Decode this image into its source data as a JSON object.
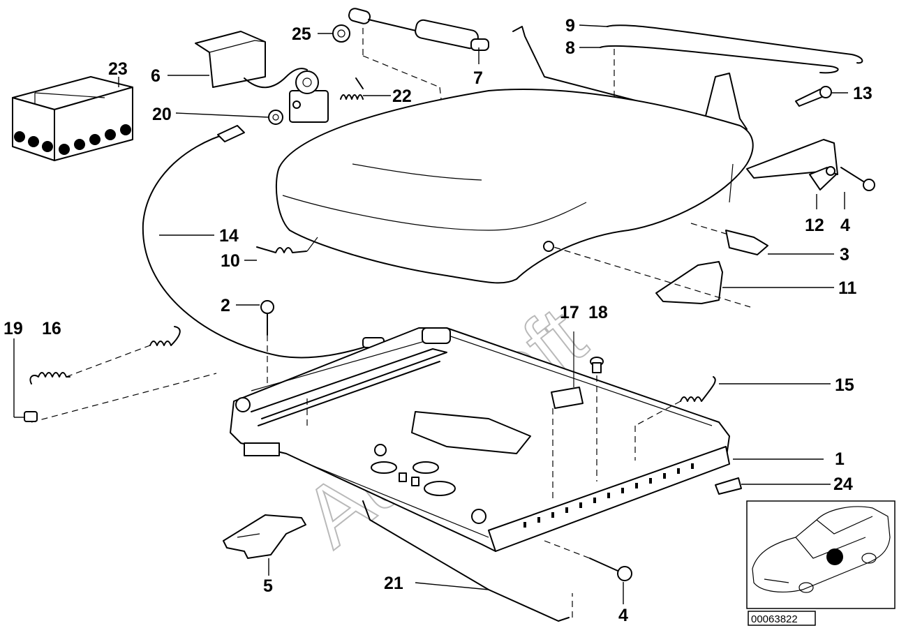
{
  "diagram": {
    "watermark": "AutoSoft",
    "reference_number": "00063822",
    "callouts": {
      "c23": "23",
      "c6": "6",
      "c25": "25",
      "c7": "7",
      "c9": "9",
      "c8": "8",
      "c13": "13",
      "c22": "22",
      "c20": "20",
      "c14": "14",
      "c10": "10",
      "c12": "12",
      "c4a": "4",
      "c3": "3",
      "c11": "11",
      "c2": "2",
      "c17": "17",
      "c18": "18",
      "c19": "19",
      "c16": "16",
      "c15": "15",
      "c1": "1",
      "c24": "24",
      "c5": "5",
      "c21": "21",
      "c4b": "4"
    }
  }
}
